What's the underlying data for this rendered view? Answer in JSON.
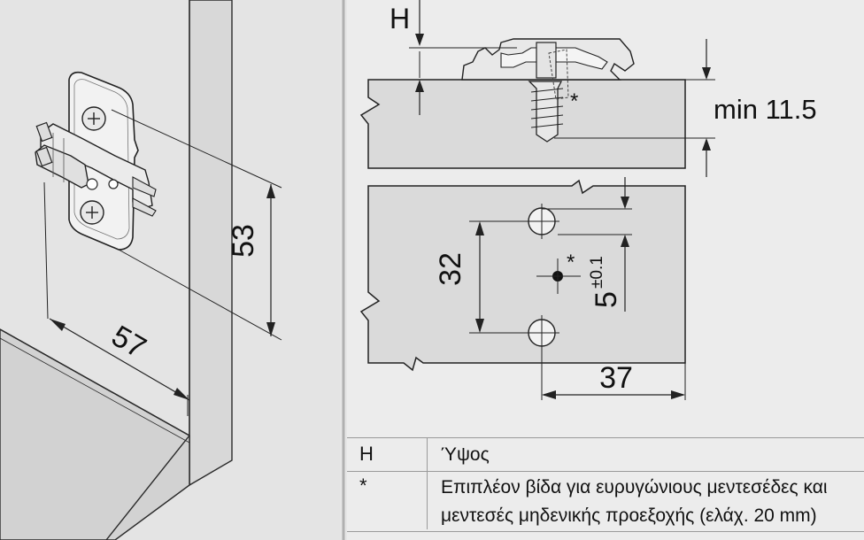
{
  "left_view": {
    "dim_vertical": "53",
    "dim_horizontal": "57"
  },
  "top_right_view": {
    "label_H": "H",
    "label_min": "min 11.5",
    "label_star": "*"
  },
  "bottom_right_view": {
    "dim_32": "32",
    "dim_5": "5",
    "dim_5_tol": "±0.1",
    "dim_37": "37",
    "label_star": "*"
  },
  "legend": {
    "rows": [
      {
        "key": "H",
        "value": "Ύψος"
      },
      {
        "key": "*",
        "value_line1": "Επιπλέον βίδα για ευρυγώνιους μεντεσέδες και",
        "value_line2": "μεντεσές μηδενικής προεξοχής (ελάχ. 20 mm)"
      }
    ]
  }
}
